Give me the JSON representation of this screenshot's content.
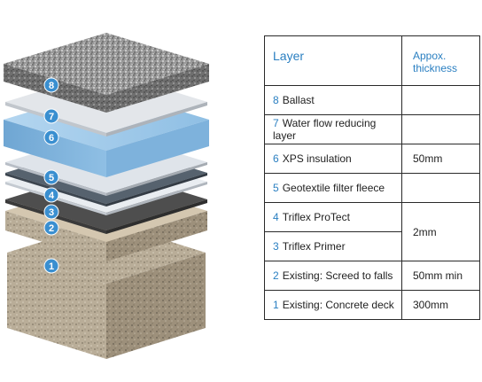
{
  "table": {
    "header_layer": "Layer",
    "header_thickness_line1": "Appox.",
    "header_thickness_line2": "thickness",
    "rows": [
      {
        "num": "8",
        "name": "Ballast",
        "thickness": ""
      },
      {
        "num": "7",
        "name": "Water flow reducing layer",
        "thickness": ""
      },
      {
        "num": "6",
        "name": "XPS insulation",
        "thickness": "50mm"
      },
      {
        "num": "5",
        "name": "Geotextile filter fleece",
        "thickness": ""
      },
      {
        "num": "4",
        "name": "Triflex ProTect",
        "thickness": "2mm"
      },
      {
        "num": "3",
        "name": "Triflex Primer",
        "thickness": ""
      },
      {
        "num": "2",
        "name": "Existing: Screed to falls",
        "thickness": "50mm min"
      },
      {
        "num": "1",
        "name": "Existing: Concrete deck",
        "thickness": "300mm"
      }
    ]
  },
  "diagram": {
    "badges": [
      "8",
      "7",
      "6",
      "5",
      "4",
      "3",
      "2",
      "1"
    ]
  },
  "colors": {
    "accent": "#2a7fc1",
    "badge": "#3a8fd0",
    "xps": "#8fc0e6",
    "concrete": "#b3a690",
    "screed": "#c9bba3",
    "ballast": "#8a8a8a"
  }
}
